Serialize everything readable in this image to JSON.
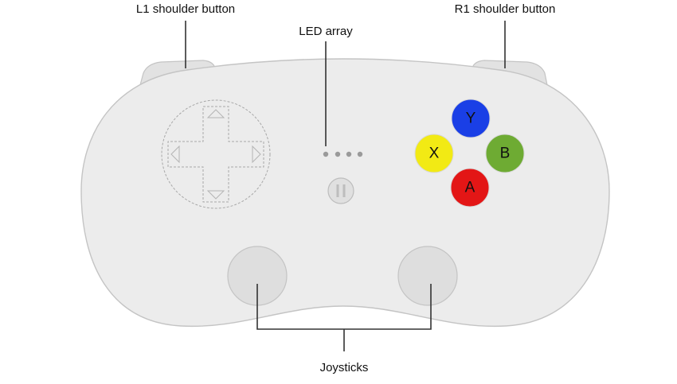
{
  "callouts": {
    "l1": "L1 shoulder button",
    "r1": "R1 shoulder button",
    "led": "LED array",
    "joysticks": "Joysticks"
  },
  "face_buttons": {
    "y": {
      "label": "Y",
      "color": "#1a3fe6"
    },
    "x": {
      "label": "X",
      "color": "#f2ea14"
    },
    "b": {
      "label": "B",
      "color": "#6eab33"
    },
    "a": {
      "label": "A",
      "color": "#e31616"
    }
  },
  "colors": {
    "body_fill": "#ececec",
    "body_stroke": "#c4c4c4",
    "shoulder_fill": "#e2e2e2",
    "joystick_fill": "#dedede",
    "leader_line": "#333333",
    "dpad_outline": "#a8a8a8"
  },
  "led_count": 4
}
